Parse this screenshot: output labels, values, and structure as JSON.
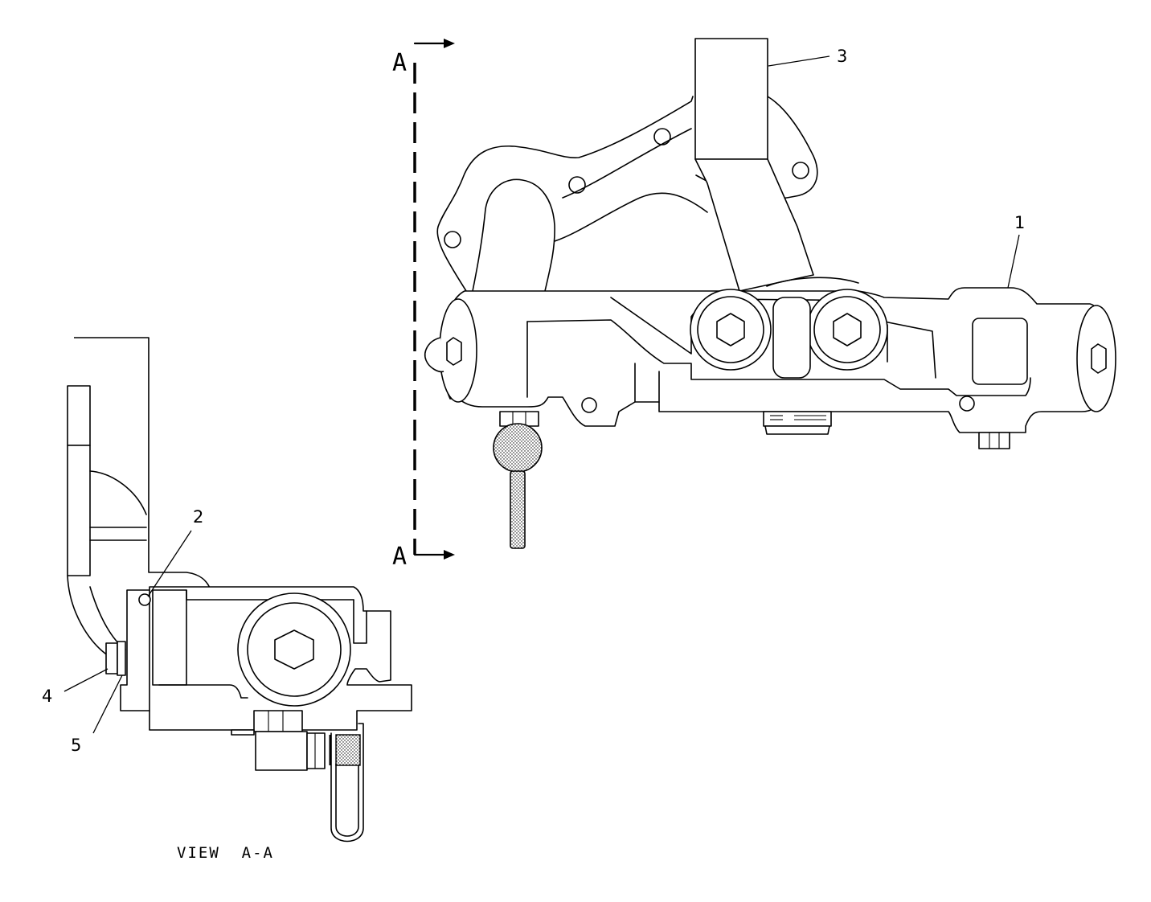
{
  "section_marker": {
    "top": "A",
    "bottom": "A"
  },
  "callouts": {
    "c1": "1",
    "c2": "2",
    "c3": "3",
    "c4": "4",
    "c5": "5"
  },
  "view_label": "VIEW  A-A",
  "colors": {
    "line": "#000000",
    "background": "#ffffff"
  }
}
